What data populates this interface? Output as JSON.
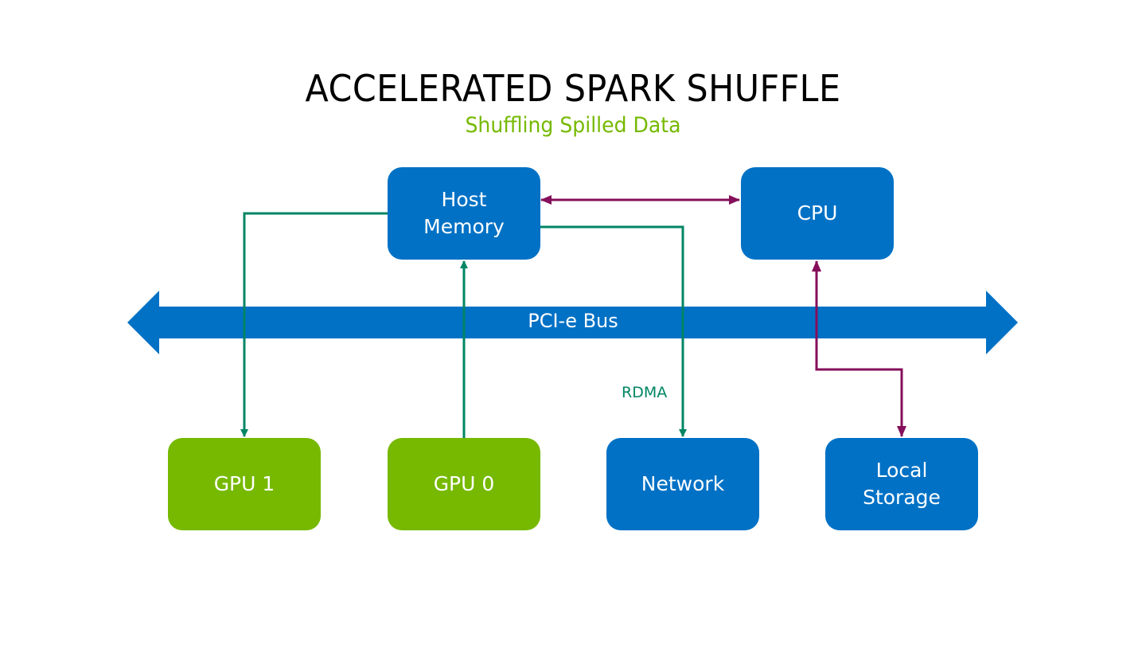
{
  "title": "ACCELERATED SPARK SHUFFLE",
  "subtitle": "Shuffling Spilled Data",
  "colors": {
    "component_blue": "#0071C5",
    "gpu_green": "#76B900",
    "rdma_path_teal": "#008564",
    "cpu_path_purple": "#850F5A",
    "subtitle_green": "#76B900"
  },
  "bus": {
    "label": "PCI-e Bus",
    "direction": "bidirectional"
  },
  "nodes": {
    "host_memory": {
      "label": "Host\nMemory",
      "color": "blue"
    },
    "cpu": {
      "label": "CPU",
      "color": "blue"
    },
    "gpu1": {
      "label": "GPU 1",
      "color": "green"
    },
    "gpu0": {
      "label": "GPU 0",
      "color": "green"
    },
    "network": {
      "label": "Network",
      "color": "blue"
    },
    "local_storage": {
      "label": "Local\nStorage",
      "color": "blue"
    }
  },
  "edges": [
    {
      "from": "gpu0",
      "to": "host_memory",
      "color": "teal",
      "arrow": "end"
    },
    {
      "from": "host_memory",
      "to": "gpu1",
      "color": "teal",
      "arrow": "end"
    },
    {
      "from": "host_memory",
      "to": "network",
      "color": "teal",
      "arrow": "end",
      "label": "RDMA"
    },
    {
      "from": "host_memory",
      "to": "cpu",
      "color": "purple",
      "arrow": "both"
    },
    {
      "from": "cpu",
      "to": "local_storage",
      "color": "purple",
      "arrow": "both"
    }
  ],
  "rdma_label": "RDMA"
}
